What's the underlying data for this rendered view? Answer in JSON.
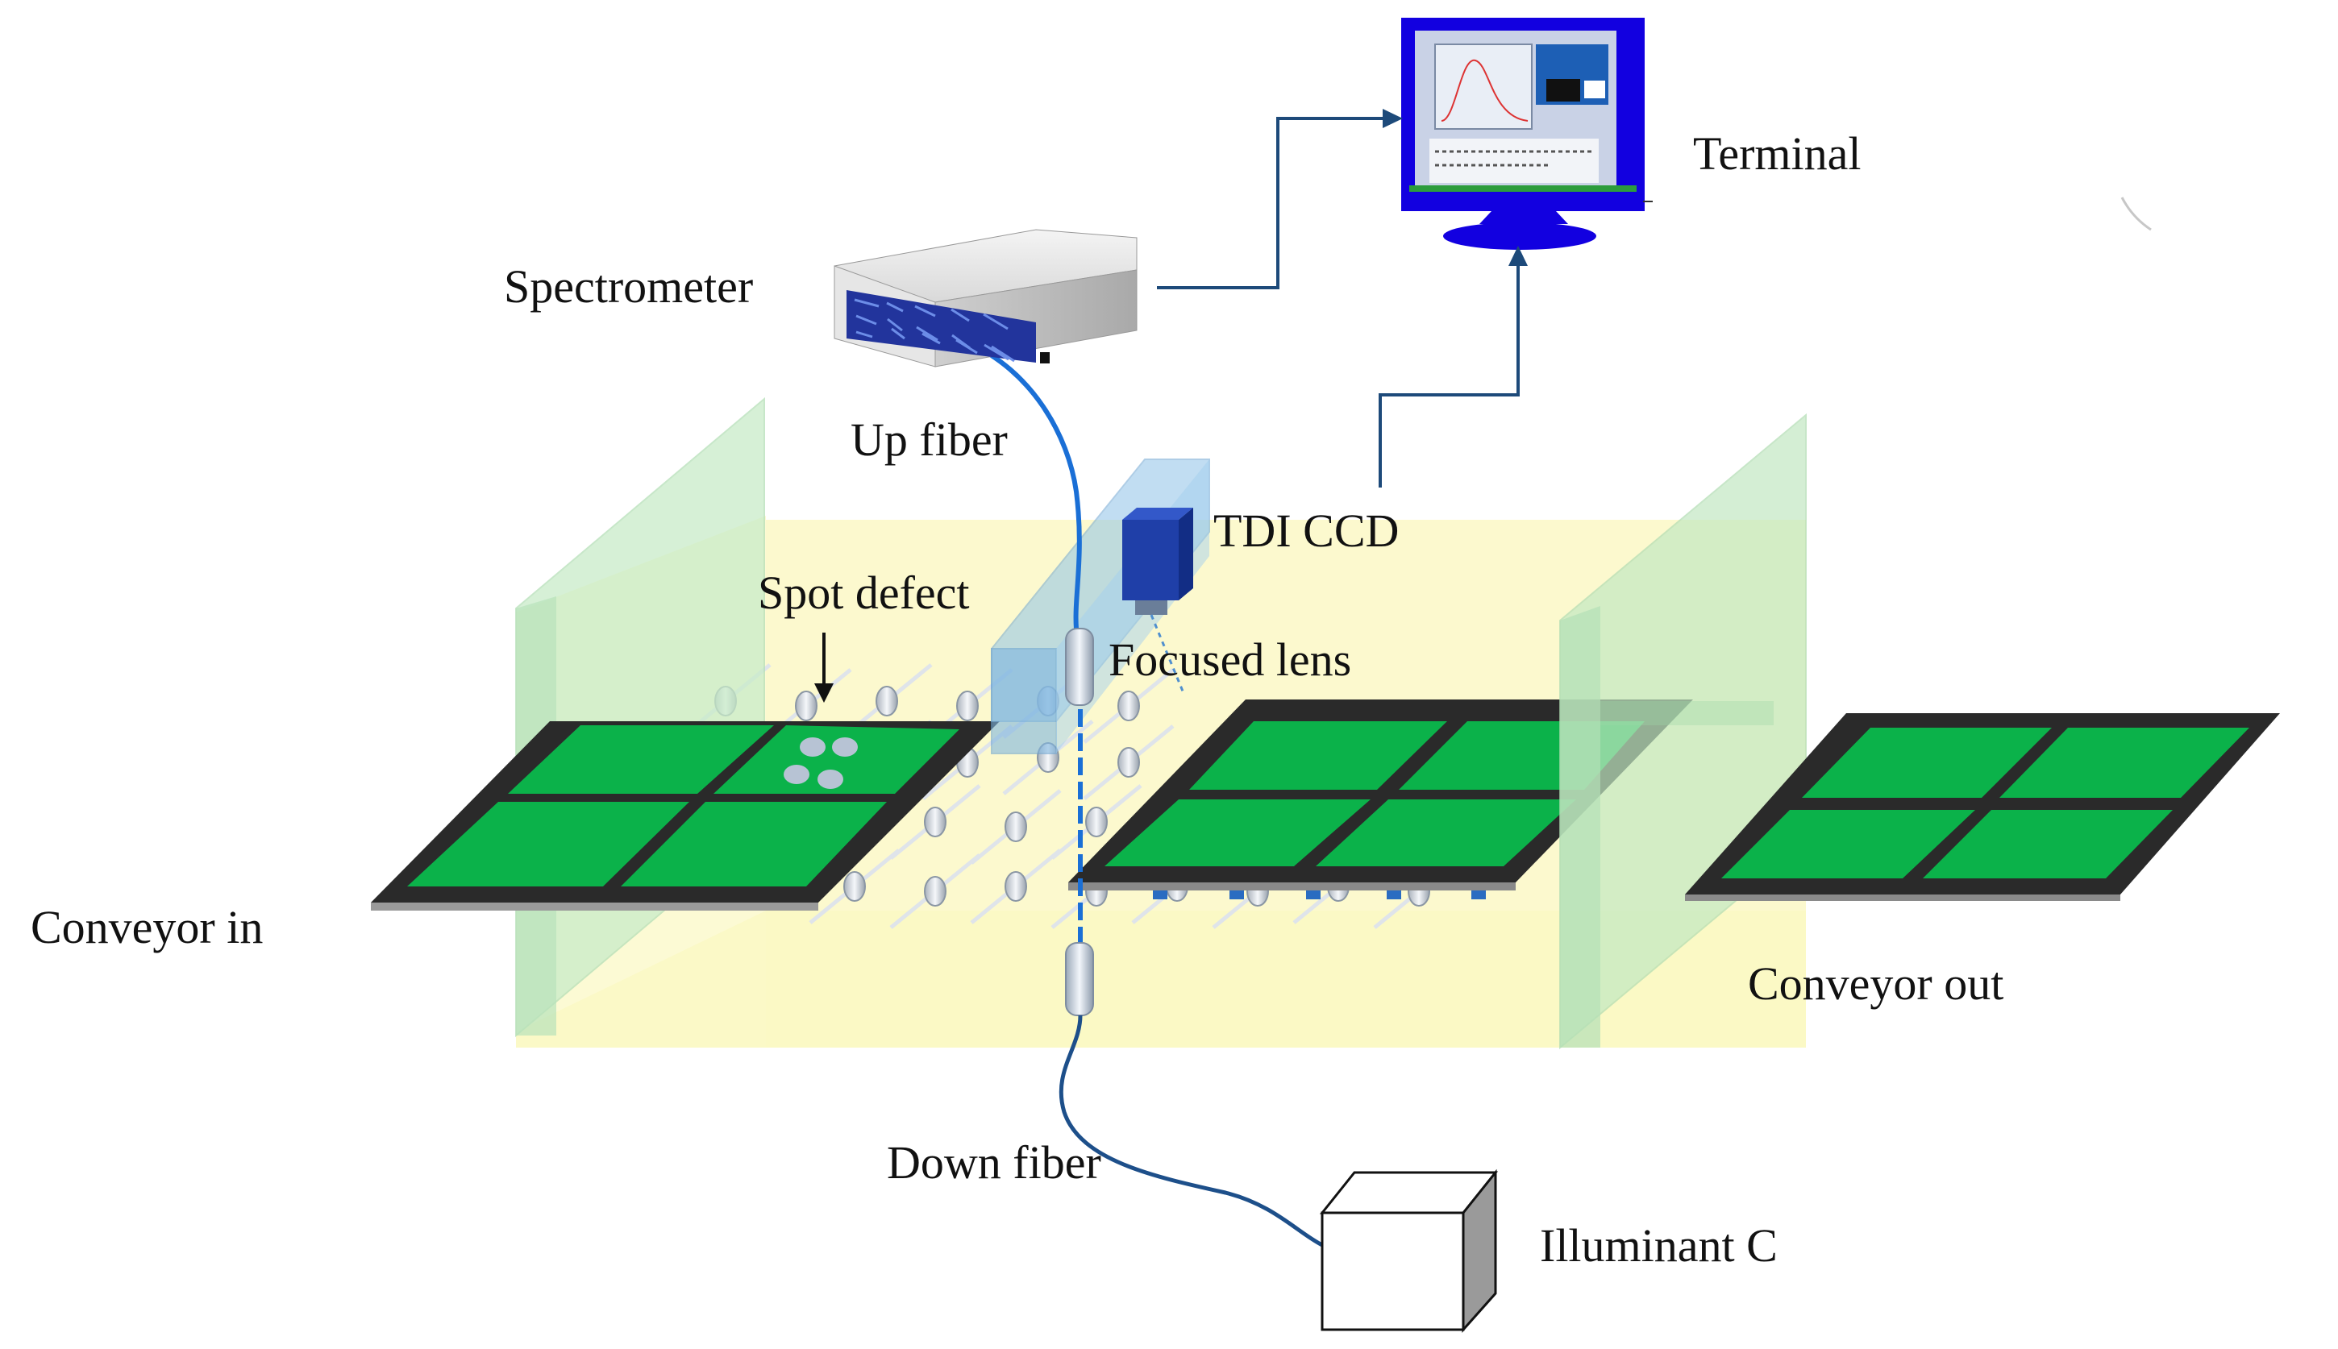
{
  "labels": {
    "terminal": "Terminal",
    "spectrometer": "Spectrometer",
    "up_fiber": "Up fiber",
    "tdi_ccd": "TDI CCD",
    "spot_defect": "Spot defect",
    "focused_lens": "Focused lens",
    "conveyor_in": "Conveyor in",
    "conveyor_out": "Conveyor out",
    "down_fiber": "Down fiber",
    "illuminant": "Illuminant C"
  },
  "colors": {
    "panel_green": "#0bb24a",
    "panel_frame": "#2e2e2e",
    "chamber_yellow": "#fbf8c4",
    "glass_green": "#c6ebc8",
    "fiber_blue": "#1a6fd6",
    "ccd_blue": "#1f3fa8",
    "connector_navy": "#1d4a7a",
    "monitor_blue": "#1200e0"
  }
}
